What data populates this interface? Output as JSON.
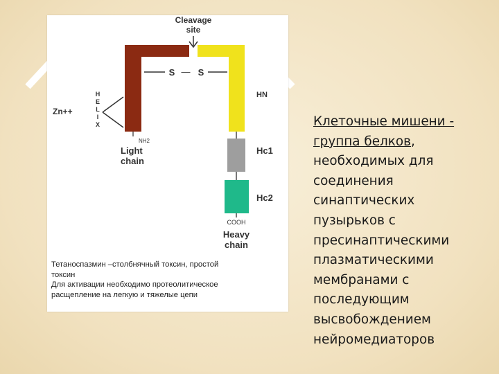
{
  "diagram": {
    "cleavage_label_line1": "Cleavage",
    "cleavage_label_line2": "site",
    "ss_left": "S",
    "ss_dash": "—",
    "ss_right": "S",
    "helix_letters": [
      "H",
      "E",
      "L",
      "I",
      "X"
    ],
    "zn_label": "Zn++",
    "nh2_label": "NH2",
    "light_chain_line1": "Light",
    "light_chain_line2": "chain",
    "hn_label": "HN",
    "hc1_label": "Hc1",
    "hc2_label": "Hc2",
    "cooh_label": "COOH",
    "heavy_chain_line1": "Heavy",
    "heavy_chain_line2": "chain",
    "colors": {
      "light_chain": "#8b2a12",
      "heavy_chain_hn": "#f0e21c",
      "hc1": "#9e9e9e",
      "hc2": "#1fb98a",
      "background_slide": "#f3e6c8"
    }
  },
  "caption": {
    "line1": "Тетаноспазмин –столбнячный токсин, простой",
    "line2": "токсин",
    "line3": "Для активации необходимо протеолитическое",
    "line4": "расщепление на легкую и тяжелые цепи"
  },
  "body": {
    "underlined_part": "Клеточные мишени - группа белков",
    "rest_first": ",",
    "rest_lines": [
      "необходимых для",
      "соединения",
      "синаптических",
      "пузырьков с",
      "пресинаптическими",
      "плазматическими",
      "мембранами с",
      "последующим",
      "высвобождением",
      "нейромедиаторов"
    ]
  }
}
